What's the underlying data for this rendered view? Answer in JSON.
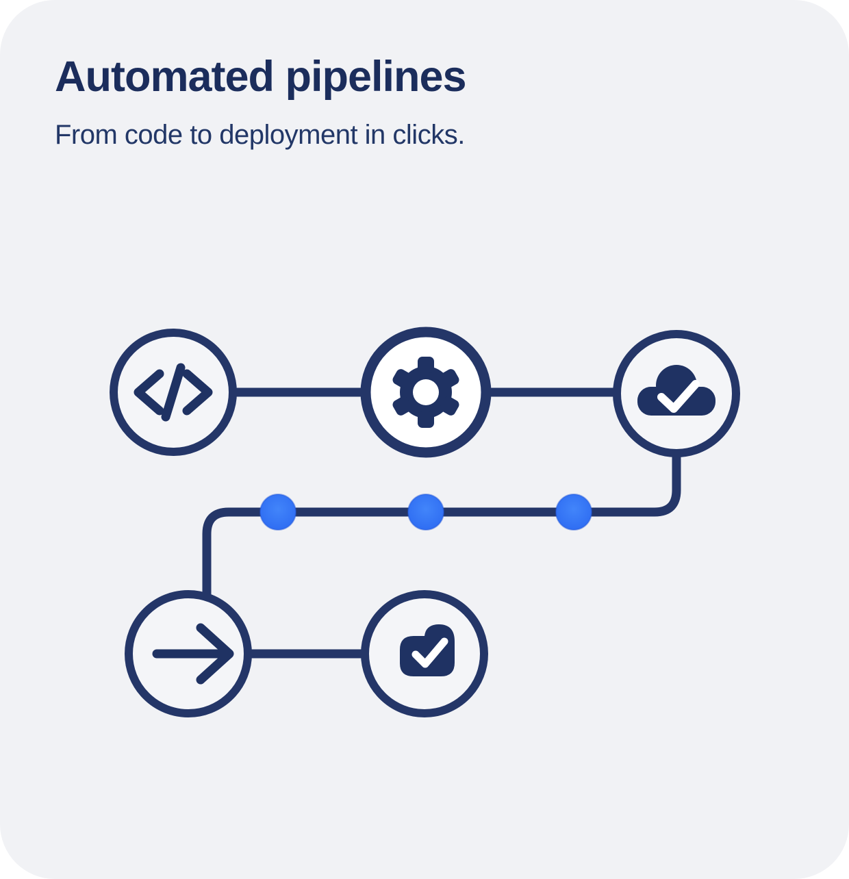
{
  "colors": {
    "page_bg": "#ffffff",
    "card_bg": "#f1f2f5",
    "node_bg": "#f4f5f8",
    "gear_node_bg": "#ffffff",
    "navy": "#243668",
    "icon_navy": "#1f3263",
    "title_color": "#1b2d5c",
    "subtitle_color": "#223767",
    "dot_blue": "#2e6cf2",
    "dot_blue_light": "#4285fa",
    "dot_blue_deep": "#2457d6"
  },
  "header": {
    "title": "Automated pipelines",
    "subtitle": "From code to deployment in clicks."
  },
  "diagram": {
    "nodes": [
      {
        "id": "code",
        "icon": "code-icon"
      },
      {
        "id": "build",
        "icon": "gear-icon"
      },
      {
        "id": "deploy",
        "icon": "cloud-check-icon"
      },
      {
        "id": "run",
        "icon": "arrow-right-icon"
      },
      {
        "id": "done",
        "icon": "check-badge-icon"
      }
    ],
    "progress_dot_count": 3
  }
}
